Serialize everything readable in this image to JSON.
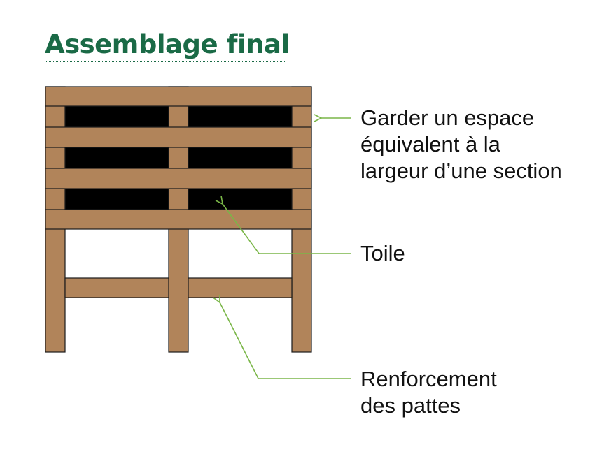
{
  "title": "Assemblage final",
  "colors": {
    "title": "#1a6a46",
    "wood": "#b1845a",
    "wood_outline": "#1a1a1a",
    "canvas": "#000000",
    "arrow": "#7ab648",
    "text": "#111111"
  },
  "annotations": {
    "spacing": {
      "lines": [
        "Garder un espace",
        "équivalent à la",
        "largeur d’une section"
      ]
    },
    "canvas": {
      "lines": [
        "Toile"
      ]
    },
    "legs": {
      "lines": [
        "Renforcement",
        "des pattes"
      ]
    }
  }
}
